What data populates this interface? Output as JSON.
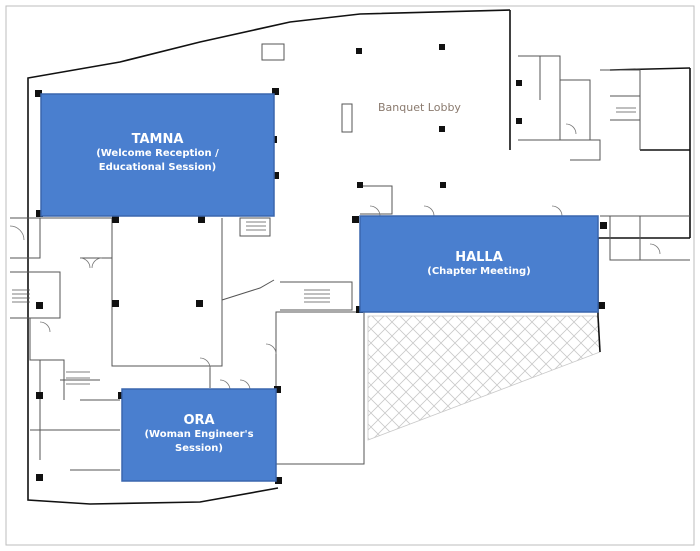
{
  "map": {
    "lobby_label": "Banquet Lobby",
    "colors": {
      "room_fill": "#4a7fcf",
      "room_border": "#3a67ad",
      "wall": "#111111",
      "thin_line": "#555555",
      "hatch": "#c9c9c9",
      "frame": "#bdbdbd"
    },
    "rooms": {
      "tamna": {
        "name": "TAMNA",
        "line1": "(Welcome Reception /",
        "line2": "Educational Session)"
      },
      "halla": {
        "name": "HALLA",
        "line1": "(Chapter Meeting)"
      },
      "ora": {
        "name": "ORA",
        "line1": "(Woman Engineer's",
        "line2": "Session)"
      }
    }
  }
}
